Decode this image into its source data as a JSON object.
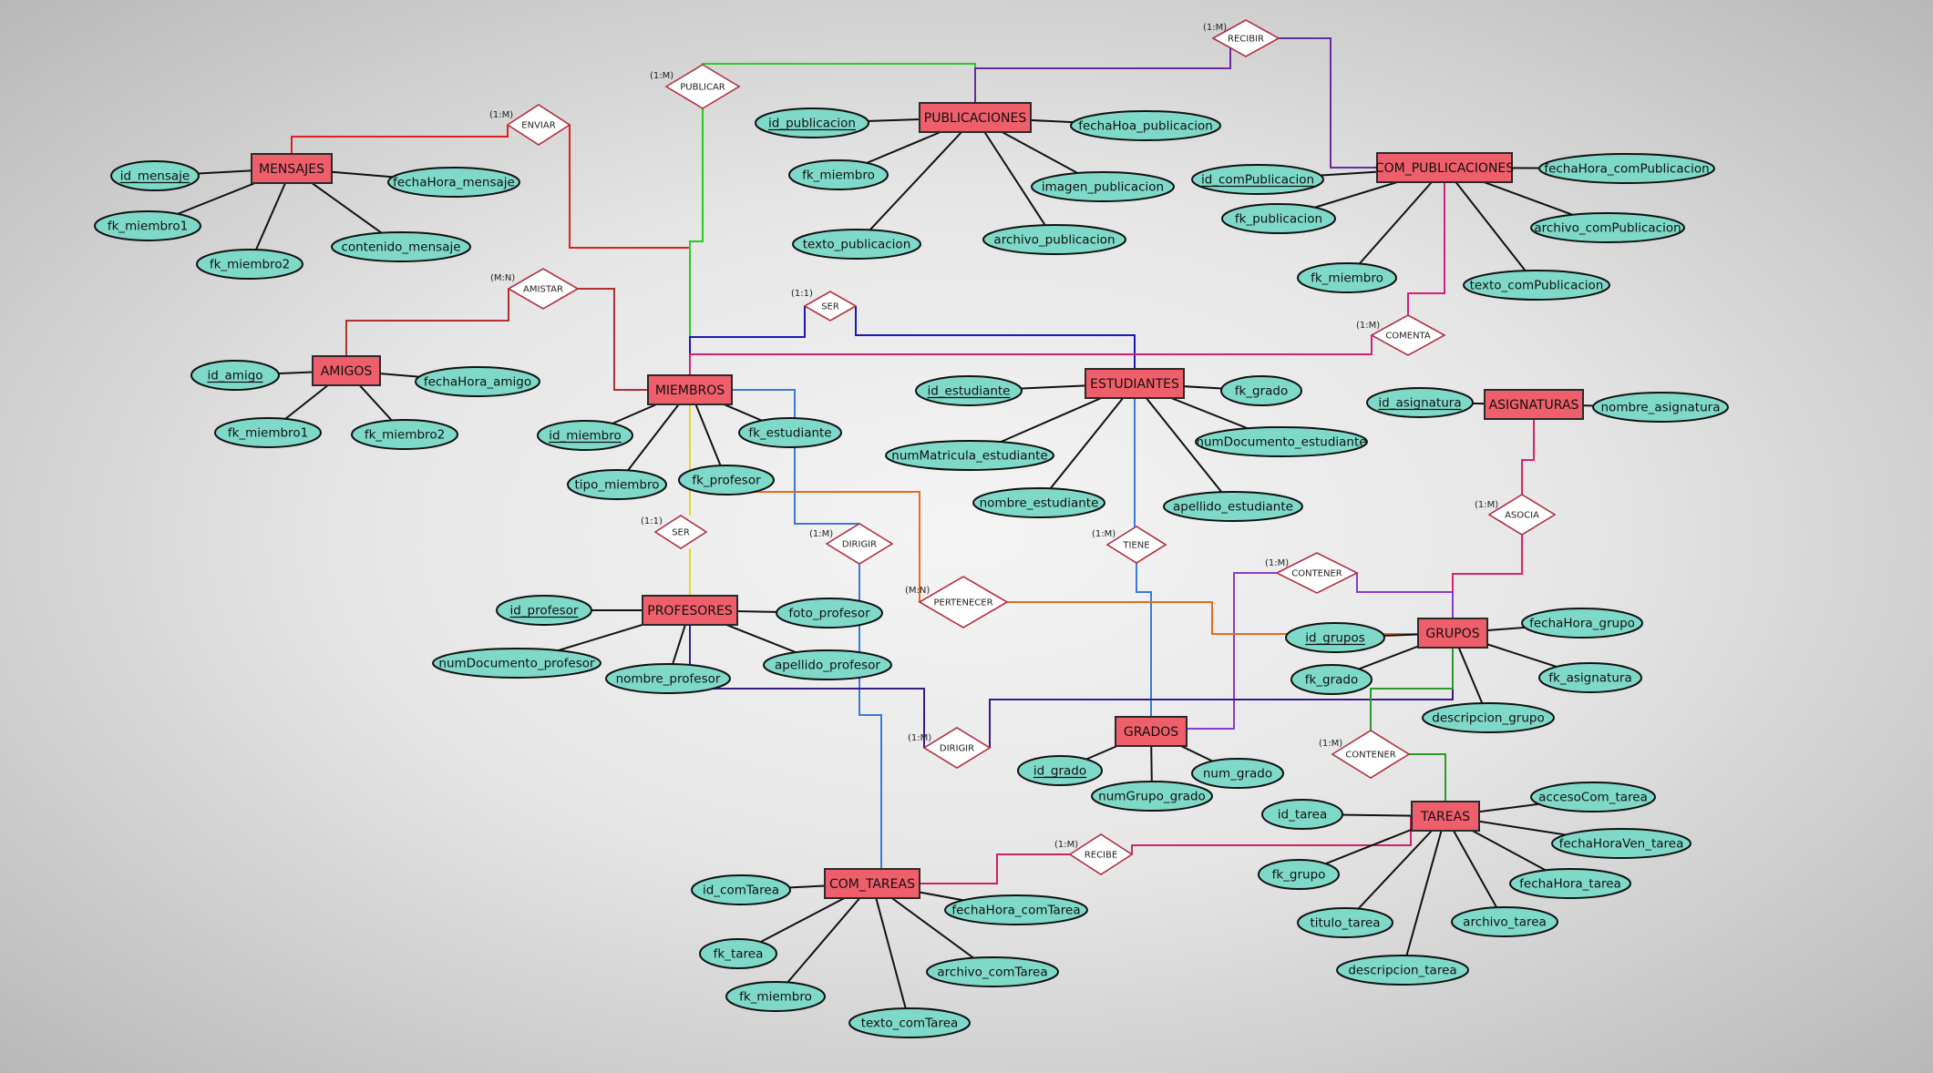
{
  "colors": {
    "entity_fill": "#ef5f6b",
    "attribute_fill": "#7fd9c9",
    "relationship_stroke": "#b03040"
  },
  "entities": [
    {
      "id": "mensajes",
      "label": "MENSAJES"
    },
    {
      "id": "publicaciones",
      "label": "PUBLICACIONES"
    },
    {
      "id": "com_publicaciones",
      "label": "COM_PUBLICACIONES"
    },
    {
      "id": "amigos",
      "label": "AMIGOS"
    },
    {
      "id": "miembros",
      "label": "MIEMBROS"
    },
    {
      "id": "estudiantes",
      "label": "ESTUDIANTES"
    },
    {
      "id": "asignaturas",
      "label": "ASIGNATURAS"
    },
    {
      "id": "profesores",
      "label": "PROFESORES"
    },
    {
      "id": "grupos",
      "label": "GRUPOS"
    },
    {
      "id": "grados",
      "label": "GRADOS"
    },
    {
      "id": "tareas",
      "label": "TAREAS"
    },
    {
      "id": "com_tareas",
      "label": "COM_TAREAS"
    }
  ],
  "attributes": [
    {
      "id": "a_id_mensaje",
      "label": "id_mensaje",
      "key": true,
      "entity": "mensajes"
    },
    {
      "id": "a_fechahora_mensaje",
      "label": "fechaHora_mensaje",
      "key": false,
      "entity": "mensajes"
    },
    {
      "id": "a_fk_miembro1_m",
      "label": "fk_miembro1",
      "key": false,
      "entity": "mensajes"
    },
    {
      "id": "a_fk_miembro2_m",
      "label": "fk_miembro2",
      "key": false,
      "entity": "mensajes"
    },
    {
      "id": "a_contenido_mensaje",
      "label": "contenido_mensaje",
      "key": false,
      "entity": "mensajes"
    },
    {
      "id": "a_id_publicacion",
      "label": "id_publicacion",
      "key": true,
      "entity": "publicaciones"
    },
    {
      "id": "a_fechahoa_publicacion",
      "label": "fechaHoa_publicacion",
      "key": false,
      "entity": "publicaciones"
    },
    {
      "id": "a_fk_miembro_p",
      "label": "fk_miembro",
      "key": false,
      "entity": "publicaciones"
    },
    {
      "id": "a_imagen_publicacion",
      "label": "imagen_publicacion",
      "key": false,
      "entity": "publicaciones"
    },
    {
      "id": "a_texto_publicacion",
      "label": "texto_publicacion",
      "key": false,
      "entity": "publicaciones"
    },
    {
      "id": "a_archivo_publicacion",
      "label": "archivo_publicacion",
      "key": false,
      "entity": "publicaciones"
    },
    {
      "id": "a_id_compublicacion",
      "label": "id_comPublicacion",
      "key": true,
      "entity": "com_publicaciones"
    },
    {
      "id": "a_fechahora_compublicacion",
      "label": "fechaHora_comPublicacion",
      "key": false,
      "entity": "com_publicaciones"
    },
    {
      "id": "a_fk_publicacion",
      "label": "fk_publicacion",
      "key": false,
      "entity": "com_publicaciones"
    },
    {
      "id": "a_archivo_compublicacion",
      "label": "archivo_comPublicacion",
      "key": false,
      "entity": "com_publicaciones"
    },
    {
      "id": "a_fk_miembro_cp",
      "label": "fk_miembro",
      "key": false,
      "entity": "com_publicaciones"
    },
    {
      "id": "a_texto_compublicacion",
      "label": "texto_comPublicacion",
      "key": false,
      "entity": "com_publicaciones"
    },
    {
      "id": "a_id_amigo",
      "label": "id_amigo",
      "key": true,
      "entity": "amigos"
    },
    {
      "id": "a_fechahora_amigo",
      "label": "fechaHora_amigo",
      "key": false,
      "entity": "amigos"
    },
    {
      "id": "a_fk_miembro1_a",
      "label": "fk_miembro1",
      "key": false,
      "entity": "amigos"
    },
    {
      "id": "a_fk_miembro2_a",
      "label": "fk_miembro2",
      "key": false,
      "entity": "amigos"
    },
    {
      "id": "a_id_miembro",
      "label": "id_miembro",
      "key": true,
      "entity": "miembros"
    },
    {
      "id": "a_fk_estudiante",
      "label": "fk_estudiante",
      "key": false,
      "entity": "miembros"
    },
    {
      "id": "a_tipo_miembro",
      "label": "tipo_miembro",
      "key": false,
      "entity": "miembros"
    },
    {
      "id": "a_fk_profesor",
      "label": "fk_profesor",
      "key": false,
      "entity": "miembros"
    },
    {
      "id": "a_id_estudiante",
      "label": "id_estudiante",
      "key": true,
      "entity": "estudiantes"
    },
    {
      "id": "a_fk_grado_e",
      "label": "fk_grado",
      "key": false,
      "entity": "estudiantes"
    },
    {
      "id": "a_nummatricula_estudiante",
      "label": "numMatricula_estudiante",
      "key": false,
      "entity": "estudiantes"
    },
    {
      "id": "a_numdocumento_estudiante",
      "label": "numDocumento_estudiante",
      "key": false,
      "entity": "estudiantes"
    },
    {
      "id": "a_nombre_estudiante",
      "label": "nombre_estudiante",
      "key": false,
      "entity": "estudiantes"
    },
    {
      "id": "a_apellido_estudiante",
      "label": "apellido_estudiante",
      "key": false,
      "entity": "estudiantes"
    },
    {
      "id": "a_id_asignatura",
      "label": "id_asignatura",
      "key": true,
      "entity": "asignaturas"
    },
    {
      "id": "a_nombre_asignatura",
      "label": "nombre_asignatura",
      "key": false,
      "entity": "asignaturas"
    },
    {
      "id": "a_id_profesor",
      "label": "id_profesor",
      "key": true,
      "entity": "profesores"
    },
    {
      "id": "a_foto_profesor",
      "label": "foto_profesor",
      "key": false,
      "entity": "profesores"
    },
    {
      "id": "a_numdocumento_profesor",
      "label": "numDocumento_profesor",
      "key": false,
      "entity": "profesores"
    },
    {
      "id": "a_nombre_profesor",
      "label": "nombre_profesor",
      "key": false,
      "entity": "profesores"
    },
    {
      "id": "a_apellido_profesor",
      "label": "apellido_profesor",
      "key": false,
      "entity": "profesores"
    },
    {
      "id": "a_id_grupos",
      "label": "id_grupos",
      "key": true,
      "entity": "grupos"
    },
    {
      "id": "a_fechahora_grupo",
      "label": "fechaHora_grupo",
      "key": false,
      "entity": "grupos"
    },
    {
      "id": "a_fk_grado_g",
      "label": "fk_grado",
      "key": false,
      "entity": "grupos"
    },
    {
      "id": "a_fk_asignatura",
      "label": "fk_asignatura",
      "key": false,
      "entity": "grupos"
    },
    {
      "id": "a_descripcion_grupo",
      "label": "descripcion_grupo",
      "key": false,
      "entity": "grupos"
    },
    {
      "id": "a_id_grado",
      "label": "id_grado",
      "key": true,
      "entity": "grados"
    },
    {
      "id": "a_num_grado",
      "label": "num_grado",
      "key": false,
      "entity": "grados"
    },
    {
      "id": "a_numgrupo_grado",
      "label": "numGrupo_grado",
      "key": false,
      "entity": "grados"
    },
    {
      "id": "a_id_tarea",
      "label": "id_tarea",
      "key": false,
      "entity": "tareas"
    },
    {
      "id": "a_accesocom_tarea",
      "label": "accesoCom_tarea",
      "key": false,
      "entity": "tareas"
    },
    {
      "id": "a_fechahoraven_tarea",
      "label": "fechaHoraVen_tarea",
      "key": false,
      "entity": "tareas"
    },
    {
      "id": "a_fk_grupo",
      "label": "fk_grupo",
      "key": false,
      "entity": "tareas"
    },
    {
      "id": "a_fechahora_tarea",
      "label": "fechaHora_tarea",
      "key": false,
      "entity": "tareas"
    },
    {
      "id": "a_titulo_tarea",
      "label": "titulo_tarea",
      "key": false,
      "entity": "tareas"
    },
    {
      "id": "a_archivo_tarea",
      "label": "archivo_tarea",
      "key": false,
      "entity": "tareas"
    },
    {
      "id": "a_descripcion_tarea",
      "label": "descripcion_tarea",
      "key": false,
      "entity": "tareas"
    },
    {
      "id": "a_id_comtarea",
      "label": "id_comTarea",
      "key": false,
      "entity": "com_tareas"
    },
    {
      "id": "a_fechahora_comtarea",
      "label": "fechaHora_comTarea",
      "key": false,
      "entity": "com_tareas"
    },
    {
      "id": "a_fk_tarea",
      "label": "fk_tarea",
      "key": false,
      "entity": "com_tareas"
    },
    {
      "id": "a_archivo_comtarea",
      "label": "archivo_comTarea",
      "key": false,
      "entity": "com_tareas"
    },
    {
      "id": "a_fk_miembro_ct",
      "label": "fk_miembro",
      "key": false,
      "entity": "com_tareas"
    },
    {
      "id": "a_texto_comtarea",
      "label": "texto_comTarea",
      "key": false,
      "entity": "com_tareas"
    }
  ],
  "relationships": [
    {
      "id": "r_enviar",
      "label": "ENVIAR",
      "cardinality": "(1:M)",
      "color": "#e02020"
    },
    {
      "id": "r_publicar",
      "label": "PUBLICAR",
      "cardinality": "(1:M)",
      "color": "#22cc22"
    },
    {
      "id": "r_recibir",
      "label": "RECIBIR",
      "cardinality": "(1:M)",
      "color": "#6a2aa0"
    },
    {
      "id": "r_amistar",
      "label": "AMISTAR",
      "cardinality": "(M:N)",
      "color": "#b03030"
    },
    {
      "id": "r_ser_est",
      "label": "SER",
      "cardinality": "(1:1)",
      "color": "#1a1ab8"
    },
    {
      "id": "r_comenta",
      "label": "COMENTA",
      "cardinality": "(1:M)",
      "color": "#d0207a"
    },
    {
      "id": "r_ser_prof",
      "label": "SER",
      "cardinality": "(1:1)",
      "color": "#e8d820"
    },
    {
      "id": "r_dirigir_1",
      "label": "DIRIGIR",
      "cardinality": "(1:M)",
      "color": "#3a7ad8"
    },
    {
      "id": "r_tiene",
      "label": "TIENE",
      "cardinality": "(1:M)",
      "color": "#3a7ad8"
    },
    {
      "id": "r_asocia",
      "label": "ASOCIA",
      "cardinality": "(1:M)",
      "color": "#e0206e"
    },
    {
      "id": "r_contener_1",
      "label": "CONTENER",
      "cardinality": "(1:M)",
      "color": "#8a3ad0"
    },
    {
      "id": "r_pertenecer",
      "label": "PERTENECER",
      "cardinality": "(M:N)",
      "color": "#e86a1a"
    },
    {
      "id": "r_dirigir_2",
      "label": "DIRIGIR",
      "cardinality": "(1:M)",
      "color": "#3a1a8a"
    },
    {
      "id": "r_contener_2",
      "label": "CONTENER",
      "cardinality": "(1:M)",
      "color": "#2a9a2a"
    },
    {
      "id": "r_recibe",
      "label": "RECIBE",
      "cardinality": "(1:M)",
      "color": "#d0206a"
    }
  ]
}
